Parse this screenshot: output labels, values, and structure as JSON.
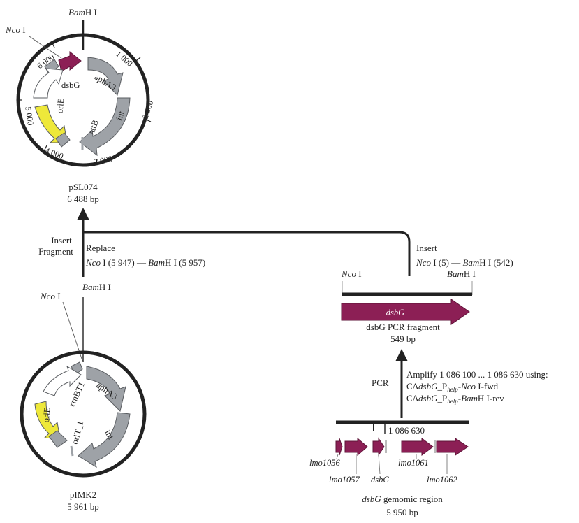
{
  "colors": {
    "magenta": "#8c1f55",
    "gray": "#9ea2a7",
    "grayStroke": "#5a5d61",
    "yellow": "#eee83a",
    "white": "#ffffff",
    "line": "#222222"
  },
  "psl074": {
    "name": "pSL074",
    "size": "6 488 bp",
    "nco": "Nco",
    "nco_suffix": " I",
    "bam": "Bam",
    "bam_suffix": "H I",
    "ticks": [
      "1 000",
      "2 000",
      "3 000",
      "4 000",
      "5 000",
      "6 000"
    ],
    "features": {
      "dsbG": "dsbG",
      "aph": "aphA3",
      "int": "int",
      "attB": "attB",
      "oriE": "oriE"
    }
  },
  "pimk2": {
    "name": "pIMK2",
    "size": "5 961 bp",
    "nco": "Nco",
    "nco_suffix": " I",
    "bam": "Bam",
    "bam_suffix": "H I",
    "features": {
      "rrnBT1": "rrnBT1",
      "aph": "aphA3",
      "oriE": "oriE",
      "oriT": "oriT_1",
      "int": "int"
    }
  },
  "insert_fragment": {
    "line1": "Insert",
    "line2": "Fragment",
    "replace": "Replace",
    "replace_nco": "Nco",
    "replace_nco_pos": " I (5 947) — ",
    "replace_bam": "Bam",
    "replace_bam_pos": "H I (5 957)",
    "insert": "Insert",
    "insert_nco": "Nco",
    "insert_nco_pos": " I (5) — ",
    "insert_bam": "Bam",
    "insert_bam_pos": "H I (542)"
  },
  "pcr_fragment": {
    "nco": "Nco",
    "nco_suffix": " I",
    "bam": "Bam",
    "bam_suffix": "H I",
    "gene": "dsbG",
    "title": "dsbG PCR fragment",
    "size": "549 bp"
  },
  "pcr": {
    "label": "PCR",
    "amplify": "Amplify 1 086 100 ... 1 086 630 using:",
    "primer_prefix": "CΔ",
    "primer_gene": "dsbG",
    "primer_p": "_P",
    "primer_sub": "help",
    "fwd_dash": "-",
    "fwd_enzyme": "Nco",
    "fwd_suffix": " I-fwd",
    "rev_dash": "-",
    "rev_enzyme": "Bam",
    "rev_suffix": "H I-rev"
  },
  "genomic": {
    "coord": "1 086 630",
    "genes": [
      "lmo1056",
      "lmo1057",
      "dsbG",
      "lmo1061",
      "lmo1062"
    ],
    "title_gene": "dsbG",
    "title_rest": " gemomic region",
    "size": "5 950 bp"
  }
}
